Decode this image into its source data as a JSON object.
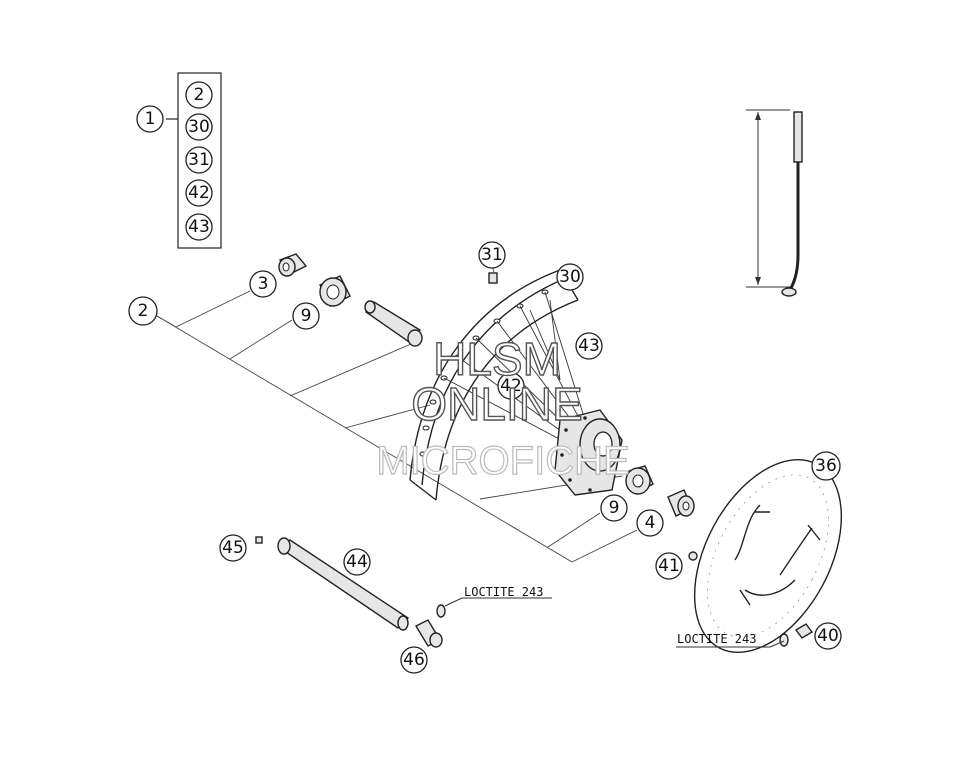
{
  "kit": {
    "main": "1",
    "contents": [
      "2",
      "30",
      "31",
      "42",
      "43"
    ]
  },
  "callouts": {
    "c2": "2",
    "c3": "3",
    "c9a": "9",
    "c31": "31",
    "c30": "30",
    "c43": "43",
    "c42": "42",
    "c9b": "9",
    "c4": "4",
    "c36": "36",
    "c41": "41",
    "c45": "45",
    "c44": "44",
    "c46": "46",
    "c40": "40"
  },
  "notes": {
    "loctite_axle": "LOCTITE 243",
    "loctite_disc": "LOCTITE 243"
  },
  "watermark": {
    "line1": "HLSM",
    "line2": "ONLINE",
    "line3": "MICROFICHE"
  }
}
